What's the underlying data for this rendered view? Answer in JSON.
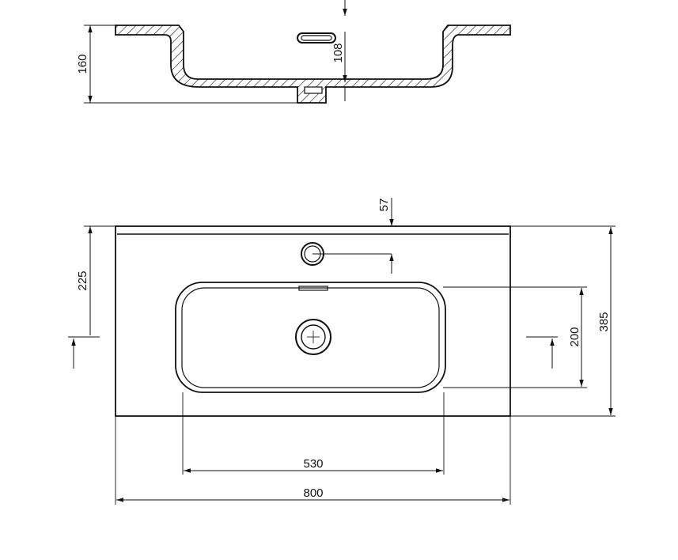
{
  "section_view": {
    "dims": {
      "height_total": "160",
      "bowl_depth": "108"
    }
  },
  "plan_view": {
    "dims": {
      "tap_offset": "57",
      "centre_depth": "225",
      "bowl_depth": "200",
      "depth_total": "385",
      "bowl_width": "530",
      "width_total": "800"
    }
  },
  "colors": {
    "line": "#111111",
    "background": "#ffffff"
  }
}
